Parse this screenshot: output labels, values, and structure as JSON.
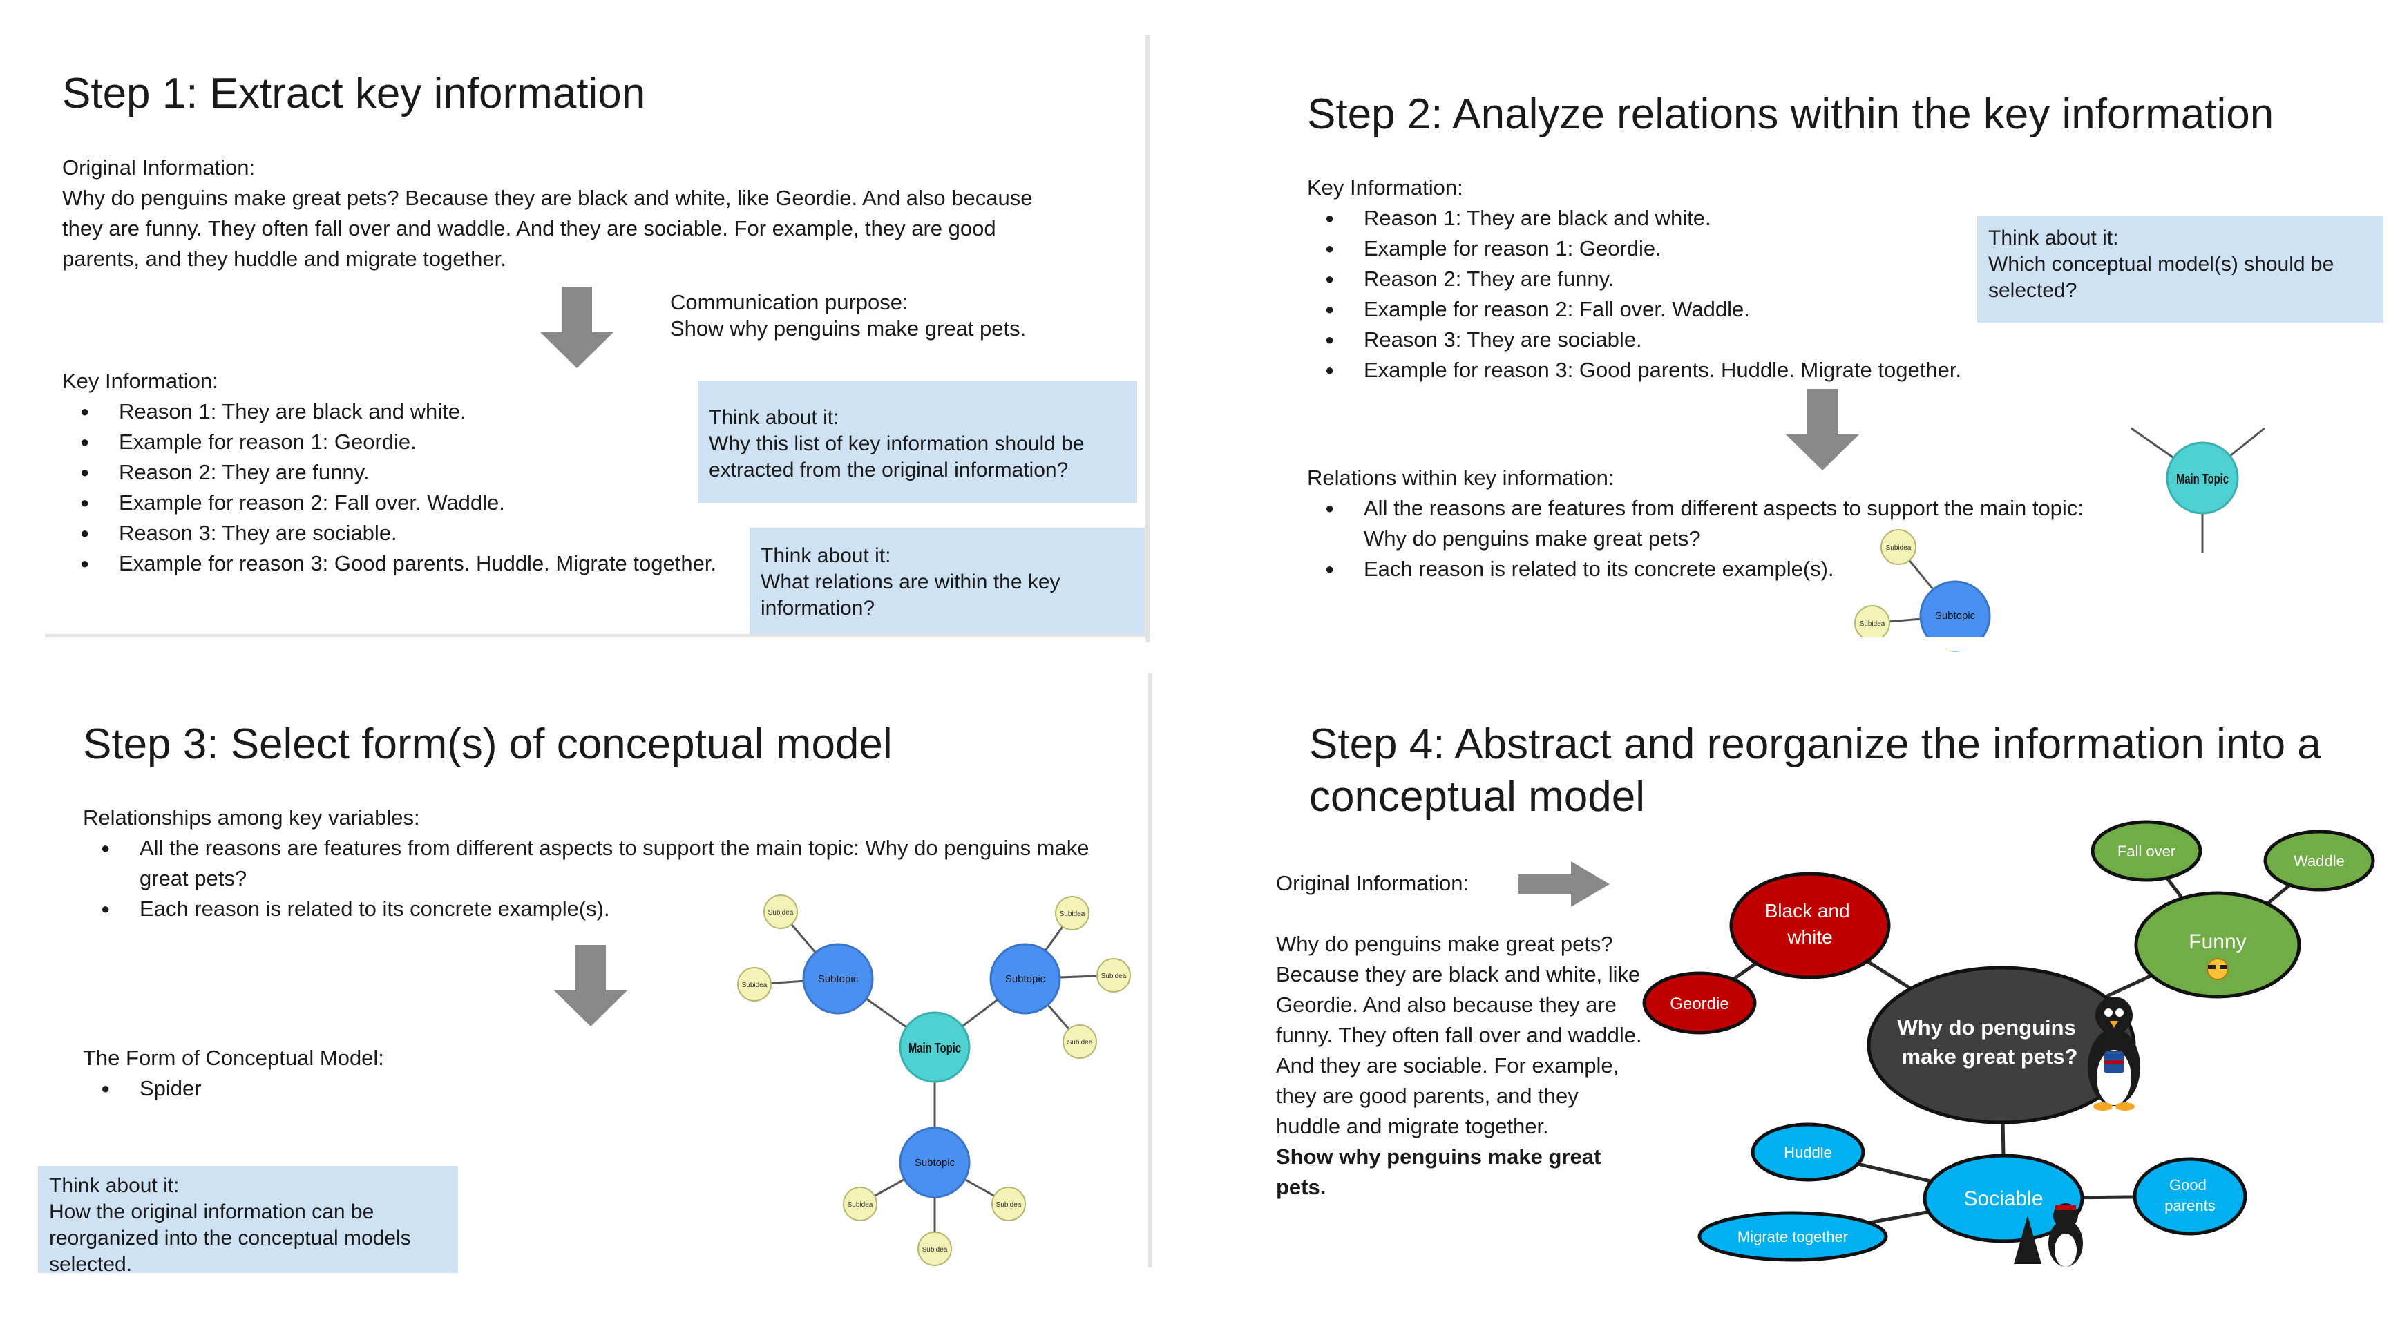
{
  "step1": {
    "title": "Step 1: Extract key information",
    "original_label": "Original Information:",
    "original_text": "Why do penguins make great pets? Because they are black and white, like Geordie. And also because they are funny. They often fall over and waddle. And they are sociable. For example, they are good parents, and they huddle and migrate together.",
    "purpose_label": "Communication purpose:",
    "purpose_text": "Show why penguins make great pets.",
    "key_label": "Key Information:",
    "key_items": [
      "Reason 1: They are black and white.",
      "Example for reason 1: Geordie.",
      "Reason 2: They are funny.",
      "Example for reason 2: Fall over. Waddle.",
      "Reason 3: They are sociable.",
      "Example for reason 3: Good parents. Huddle. Migrate together."
    ],
    "think1_label": "Think about it:",
    "think1_text": "Why this list of key information should be extracted from the original information?",
    "think2_label": "Think about it:",
    "think2_text": "What relations are within the key information?"
  },
  "step2": {
    "title": "Step 2: Analyze relations within the key information",
    "key_label": "Key Information:",
    "key_items": [
      "Reason 1: They are black and white.",
      "Example for reason 1: Geordie.",
      "Reason 2: They are funny.",
      "Example for reason 2: Fall over. Waddle.",
      "Reason 3: They are sociable.",
      "Example for reason 3: Good parents. Huddle. Migrate together."
    ],
    "think_label": "Think about it:",
    "think_text": "Which conceptual model(s) should be selected?",
    "relations_label": "Relations within key information:",
    "relations_items": [
      "All the reasons are features from different aspects to support the main topic: Why do penguins make great pets?",
      "Each reason is related to its concrete example(s)."
    ],
    "main_topic": "Main Topic",
    "subtopic": "Subtopic",
    "subidea": "Subidea"
  },
  "step3": {
    "title": "Step 3: Select form(s) of conceptual model",
    "rel_label": "Relationships among key variables:",
    "rel_items": [
      "All the reasons are features from different aspects to support the main topic: Why do penguins make great pets?",
      "Each reason is related to its concrete example(s)."
    ],
    "form_label": "The Form of Conceptual Model:",
    "form_items": [
      "Spider"
    ],
    "think_label": "Think about it:",
    "think_text": "How the original information can be reorganized into the conceptual models selected.",
    "main_topic": "Main Topic",
    "subtopic": "Subtopic",
    "subidea": "Subidea"
  },
  "step4": {
    "title": "Step 4: Abstract and reorganize the information into a conceptual model",
    "original_label": "Original Information:",
    "original_text": "Why do penguins make great pets? Because they are black and white, like Geordie. And also because they are funny. They often fall over and waddle. And they are sociable. For example, they are good parents, and they huddle and migrate together.",
    "purpose_text": "Show why penguins make great pets.",
    "center": "Why do penguins make great pets?",
    "nodes": {
      "black_white": "Black and white",
      "geordie": "Geordie",
      "funny": "Funny",
      "fall_over": "Fall over",
      "waddle": "Waddle",
      "sociable": "Sociable",
      "huddle": "Huddle",
      "migrate": "Migrate together",
      "good_parents": "Good parents"
    },
    "colors": {
      "red": "#c00000",
      "green": "#70ad47",
      "blue": "#00b0f0",
      "center": "#3f3f3f"
    }
  },
  "colors": {
    "think_box": "#cfe2f3",
    "arrow": "#888888",
    "main_topic": "#4fd1d1",
    "subtopic": "#4a90f0",
    "subidea": "#f3f3b8"
  }
}
